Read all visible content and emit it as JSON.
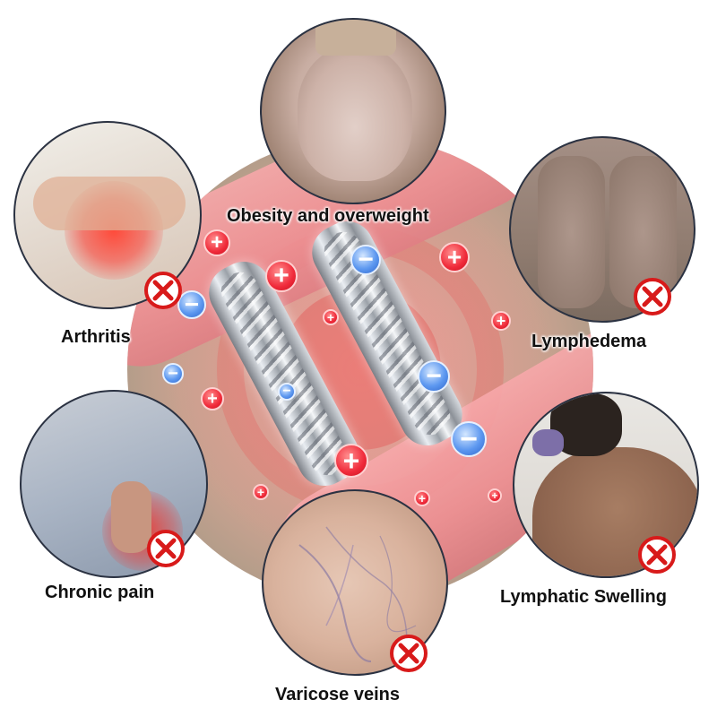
{
  "conditions": {
    "obesity": "Obesity and overweight",
    "arthritis": "Arthritis",
    "lymphedema": "Lymphedema",
    "chronic_pain": "Chronic pain",
    "lymphatic_swelling": "Lymphatic Swelling",
    "varicose_veins": "Varicose veins"
  },
  "icons": {
    "x_mark": "x-circle-icon",
    "plus": "plus-charge-icon",
    "minus": "minus-charge-icon"
  },
  "colors": {
    "x_mark_red": "#d81a1a",
    "plus_red": "#f02a3a",
    "minus_blue": "#5d98f0",
    "circle_border": "#2b3242"
  }
}
